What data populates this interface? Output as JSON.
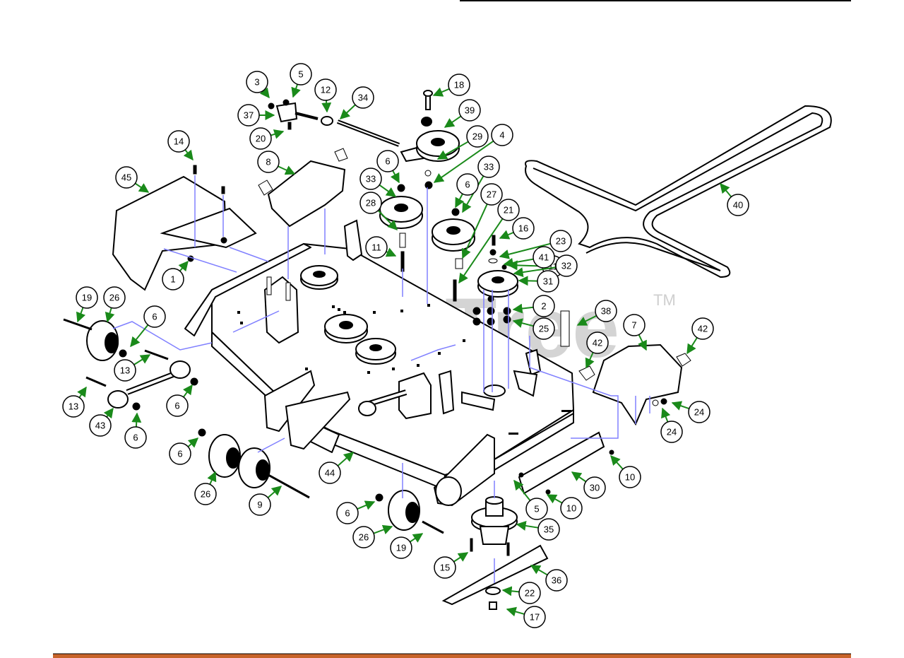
{
  "watermark": {
    "text": "PartsTree",
    "tm": "TM"
  },
  "colors": {
    "arrow": "#1a8a1a",
    "leader": "#8080ff",
    "footer_bar": "#c8642a",
    "top_rule": "#000000"
  },
  "callouts": [
    {
      "label": "3"
    },
    {
      "label": "5"
    },
    {
      "label": "12"
    },
    {
      "label": "34"
    },
    {
      "label": "18"
    },
    {
      "label": "37"
    },
    {
      "label": "20"
    },
    {
      "label": "39"
    },
    {
      "label": "29"
    },
    {
      "label": "4"
    },
    {
      "label": "14"
    },
    {
      "label": "8"
    },
    {
      "label": "6"
    },
    {
      "label": "33"
    },
    {
      "label": "33"
    },
    {
      "label": "45"
    },
    {
      "label": "28"
    },
    {
      "label": "6"
    },
    {
      "label": "27"
    },
    {
      "label": "40"
    },
    {
      "label": "11"
    },
    {
      "label": "21"
    },
    {
      "label": "16"
    },
    {
      "label": "23"
    },
    {
      "label": "11"
    },
    {
      "label": "41"
    },
    {
      "label": "32"
    },
    {
      "label": "1"
    },
    {
      "label": "31"
    },
    {
      "label": "2"
    },
    {
      "label": "38"
    },
    {
      "label": "19"
    },
    {
      "label": "26"
    },
    {
      "label": "6"
    },
    {
      "label": "25"
    },
    {
      "label": "7"
    },
    {
      "label": "42"
    },
    {
      "label": "42"
    },
    {
      "label": "13"
    },
    {
      "label": "6"
    },
    {
      "label": "13"
    },
    {
      "label": "24"
    },
    {
      "label": "43"
    },
    {
      "label": "6"
    },
    {
      "label": "24"
    },
    {
      "label": "6"
    },
    {
      "label": "10"
    },
    {
      "label": "26"
    },
    {
      "label": "44"
    },
    {
      "label": "30"
    },
    {
      "label": "9"
    },
    {
      "label": "5"
    },
    {
      "label": "10"
    },
    {
      "label": "6"
    },
    {
      "label": "35"
    },
    {
      "label": "26"
    },
    {
      "label": "19"
    },
    {
      "label": "15"
    },
    {
      "label": "36"
    },
    {
      "label": "22"
    },
    {
      "label": "17"
    }
  ]
}
